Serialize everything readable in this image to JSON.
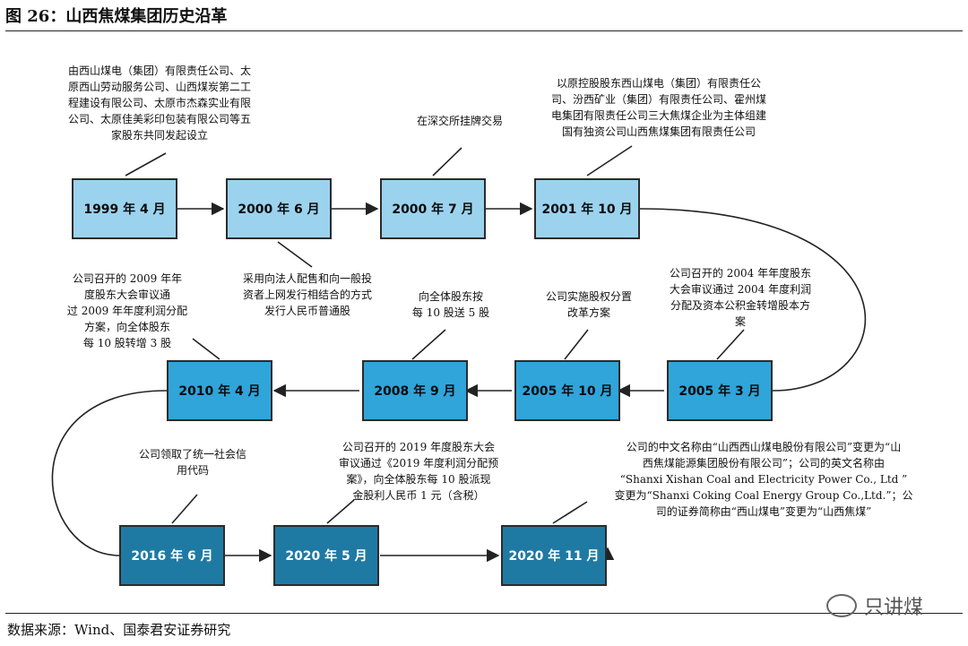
{
  "header": {
    "title": "图 26：山西焦煤集团历史沿革"
  },
  "milestones": [
    "1999 年 4 月",
    "2000 年 6 月",
    "2000 年 7 月",
    "2001 年 10 月",
    "2005 年 3 月",
    "2005 年 10 月",
    "2008 年 9 月",
    "2010 年 4 月",
    "2016 年 6 月",
    "2020 年 5 月",
    "2020 年 11 月"
  ],
  "notes": [
    "由西山煤电（集团）有限责任公司、太\n原西山劳动服务公司、山西煤炭第二工\n程建设有限公司、太原市杰森实业有限\n公司、太原佳美彩印包装有限公司等五\n家股东共同发起设立",
    "采用向法人配售和向一般投\n资者上网发行相结合的方式\n发行人民币普通股",
    "在深交所挂牌交易",
    "以原控股股东西山煤电（集团）有限责任公\n司、汾西矿业（集团）有限责任公司、霍州煤\n电集团有限责任公司三大焦煤企业为主体组建\n国有独资公司山西焦煤集团有限责任公司",
    "公司召开的 2004 年年度股东\n大会审议通过 2004 年度利润\n分配及资本公积金转增股本方\n案",
    "公司实施股权分置\n改革方案",
    "向全体股东按\n每 10 股送 5 股",
    "公司召开的 2009 年年\n度股东大会审议通\n过 2009 年年度利润分配\n方案，向全体股东\n每 10 股转增 3 股",
    "公司领取了统一社会信\n用代码",
    "公司召开的 2019 年度股东大会\n审议通过《2019 年度利润分配预\n案》，向全体股东每 10 股派现\n金股利人民币 1 元（含税）",
    "公司的中文名称由“山西西山煤电股份有限公司”变更为“山\n西焦煤能源集团股份有限公司”；公司的英文名称由\n“Shanxi Xishan Coal and Electricity Power Co., Ltd ”\n变更为“Shanxi Coking Coal Energy Group Co.,Ltd.”；公\n司的证券简称由“西山煤电”变更为“山西焦煤”"
  ],
  "footer": {
    "source": "数据来源：Wind、国泰君安证券研究"
  },
  "watermark": {
    "text": "只讲煤"
  },
  "colors": {
    "light": "#9bd3ee",
    "mid": "#2fa5da",
    "dark": "#1f7aa3"
  }
}
